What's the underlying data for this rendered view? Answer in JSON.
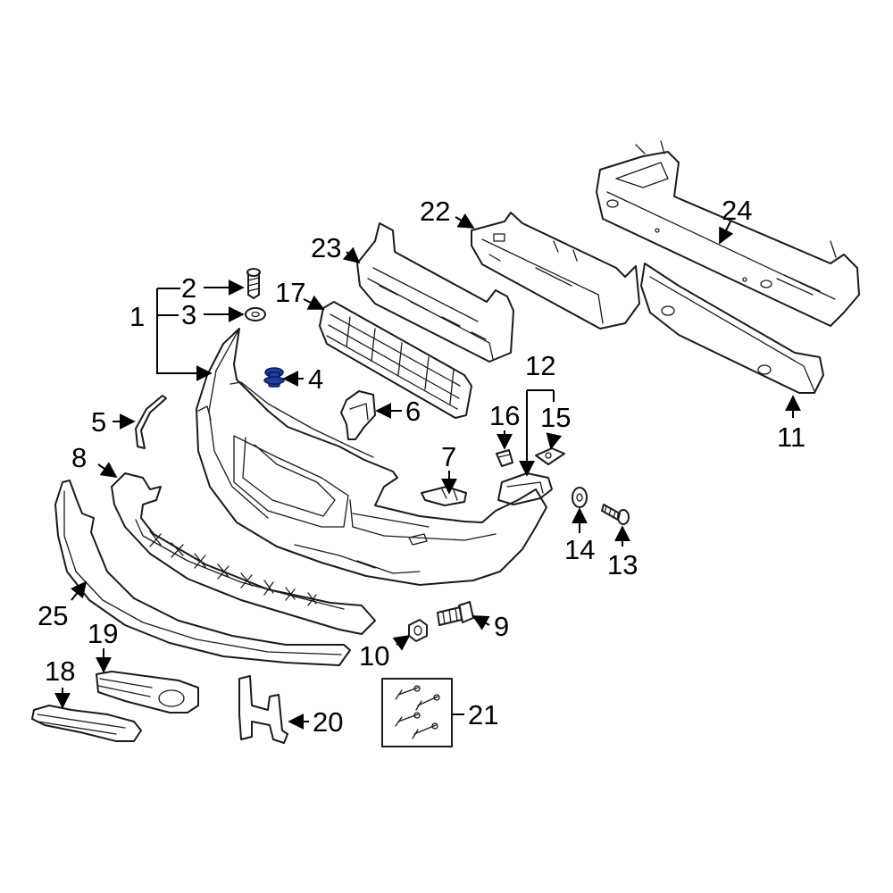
{
  "diagram": {
    "highlight_color": "#1f3d9e",
    "highlighted_callout": "4",
    "callouts": {
      "c1": "1",
      "c2": "2",
      "c3": "3",
      "c4": "4",
      "c5": "5",
      "c6": "6",
      "c7": "7",
      "c8": "8",
      "c9": "9",
      "c10": "10",
      "c11": "11",
      "c12": "12",
      "c13": "13",
      "c14": "14",
      "c15": "15",
      "c16": "16",
      "c17": "17",
      "c18": "18",
      "c19": "19",
      "c20": "20",
      "c21": "21",
      "c22": "22",
      "c23": "23",
      "c24": "24",
      "c25": "25"
    }
  }
}
